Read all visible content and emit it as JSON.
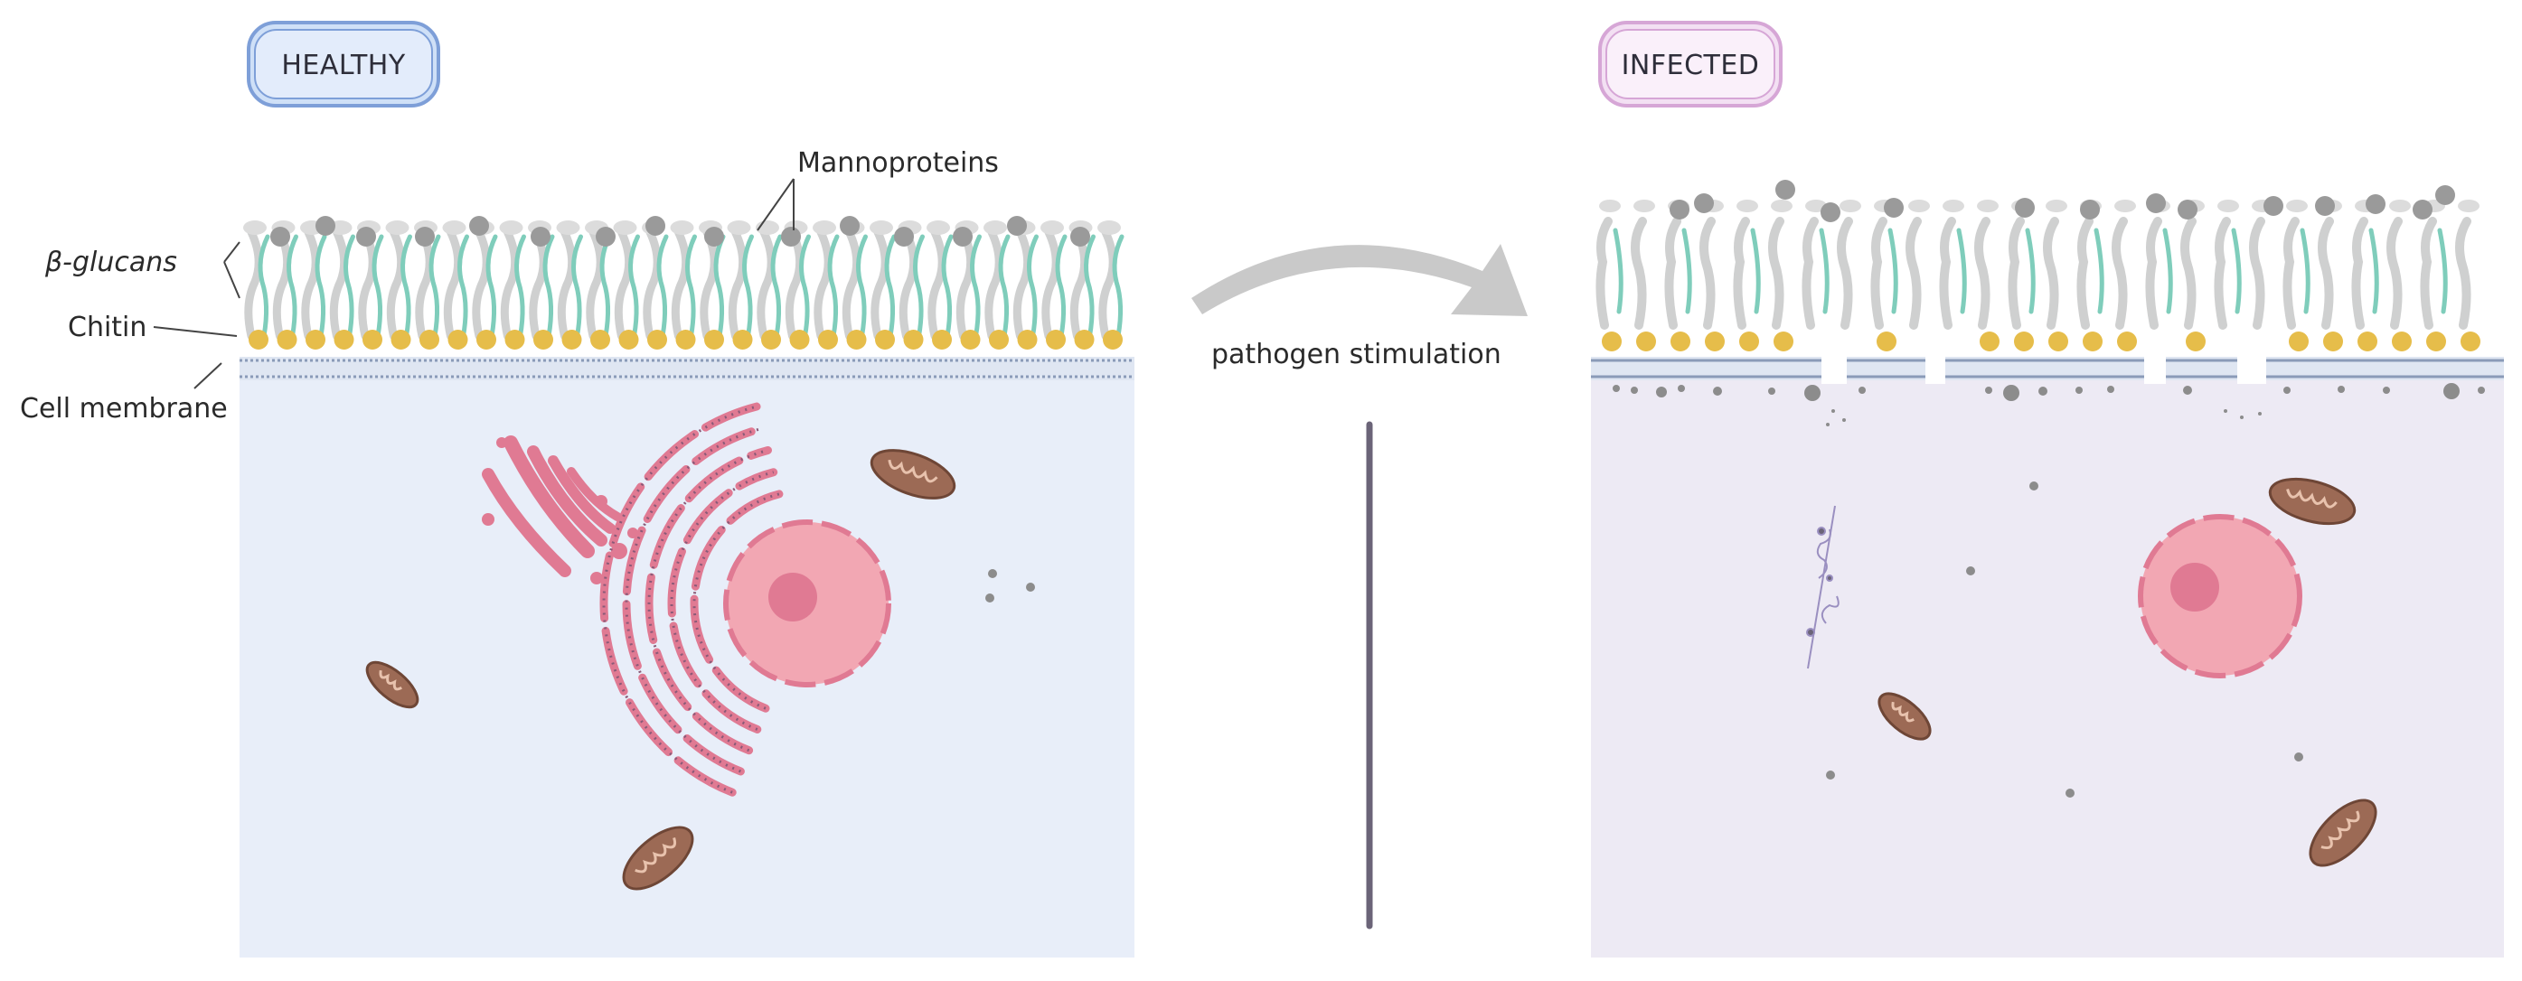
{
  "panels": {
    "healthy": {
      "badge": "HEALTHY",
      "badge_color": "#7e9fd8",
      "cell_fill": "#e8eef9"
    },
    "infected": {
      "badge": "INFECTED",
      "badge_color": "#d6a6d6",
      "cell_fill": "#edeaf4"
    }
  },
  "labels": {
    "mannoproteins": "Mannoproteins",
    "beta_glucans": "β-glucans",
    "chitin": "Chitin",
    "cell_membrane": "Cell membrane"
  },
  "transition": {
    "label": "pathogen stimulation"
  },
  "colors": {
    "glucan": "#cfd0d0",
    "chitin_strand": "#7fcdbb",
    "chitin_bead": "#e6bd4a",
    "mannoprotein": "#9a9a9a",
    "organelle_pink": "#e07a93",
    "nucleus": "#f2a7b3",
    "mitochondrion": "#9c6a55",
    "arrow": "#c9c9c9",
    "divider": "#6b6478"
  }
}
